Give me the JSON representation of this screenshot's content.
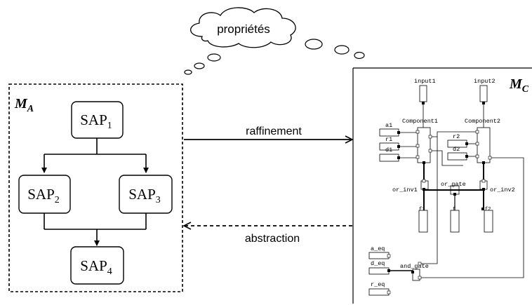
{
  "cloud": {
    "label": "propriétés"
  },
  "left_model": {
    "symbol": "M",
    "subscript": "A",
    "boxes": [
      {
        "base": "SAP",
        "index": "1"
      },
      {
        "base": "SAP",
        "index": "2"
      },
      {
        "base": "SAP",
        "index": "3"
      },
      {
        "base": "SAP",
        "index": "4"
      }
    ]
  },
  "arrows": {
    "refinement": "raffinement",
    "abstraction": "abstraction"
  },
  "right_model": {
    "symbol": "M",
    "subscript": "C",
    "labels": {
      "input1": "input1",
      "input2": "input2",
      "component1": "Component1",
      "component2": "Component2",
      "a1": "a1",
      "r1": "r1",
      "d1": "d1",
      "r2": "r2",
      "d2": "d2",
      "or_inv1": "or_inv1",
      "or_gate": "or_gate",
      "or_inv2": "or_inv2",
      "f1": "f1",
      "f": "f",
      "f2": "f2",
      "a_eq": "a_eq",
      "d_eq": "d_eq",
      "r_eq": "r_eq",
      "and_gate": "and_gate"
    }
  }
}
